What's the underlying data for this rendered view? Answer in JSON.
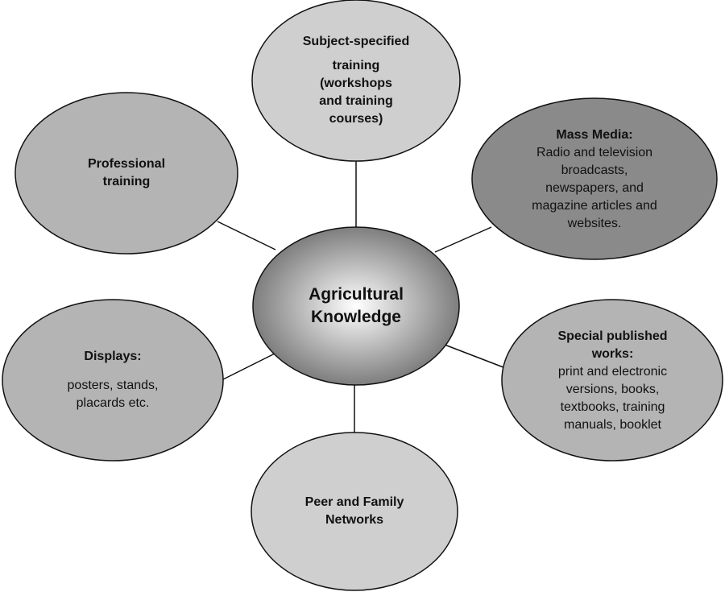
{
  "colors": {
    "light": "#cfcfcf",
    "medium": "#b4b4b4",
    "dark": "#8a8a8a",
    "center_outer": "#7e7e7e",
    "center_inner": "#ffffff",
    "stroke": "#111111"
  },
  "center": {
    "line1": "Agricultural",
    "line2": "Knowledge"
  },
  "nodes": {
    "subject": {
      "title": "Subject-specified",
      "body_lines": [
        "training",
        "(workshops",
        "and training",
        "courses)"
      ]
    },
    "mass_media": {
      "title": "Mass Media:",
      "body_lines": [
        "Radio and television",
        "broadcasts,",
        "newspapers, and",
        "magazine articles and",
        "websites."
      ]
    },
    "special": {
      "title_lines": [
        "Special published",
        "works:"
      ],
      "body_lines": [
        "print and electronic",
        "versions, books,",
        "textbooks, training",
        "manuals, booklet"
      ]
    },
    "peer": {
      "title_lines": [
        "Peer and Family",
        "Networks"
      ]
    },
    "displays": {
      "title": "Displays:",
      "body_lines": [
        "posters, stands,",
        "placards etc."
      ]
    },
    "professional": {
      "title_lines": [
        "Professional",
        "training"
      ]
    }
  }
}
